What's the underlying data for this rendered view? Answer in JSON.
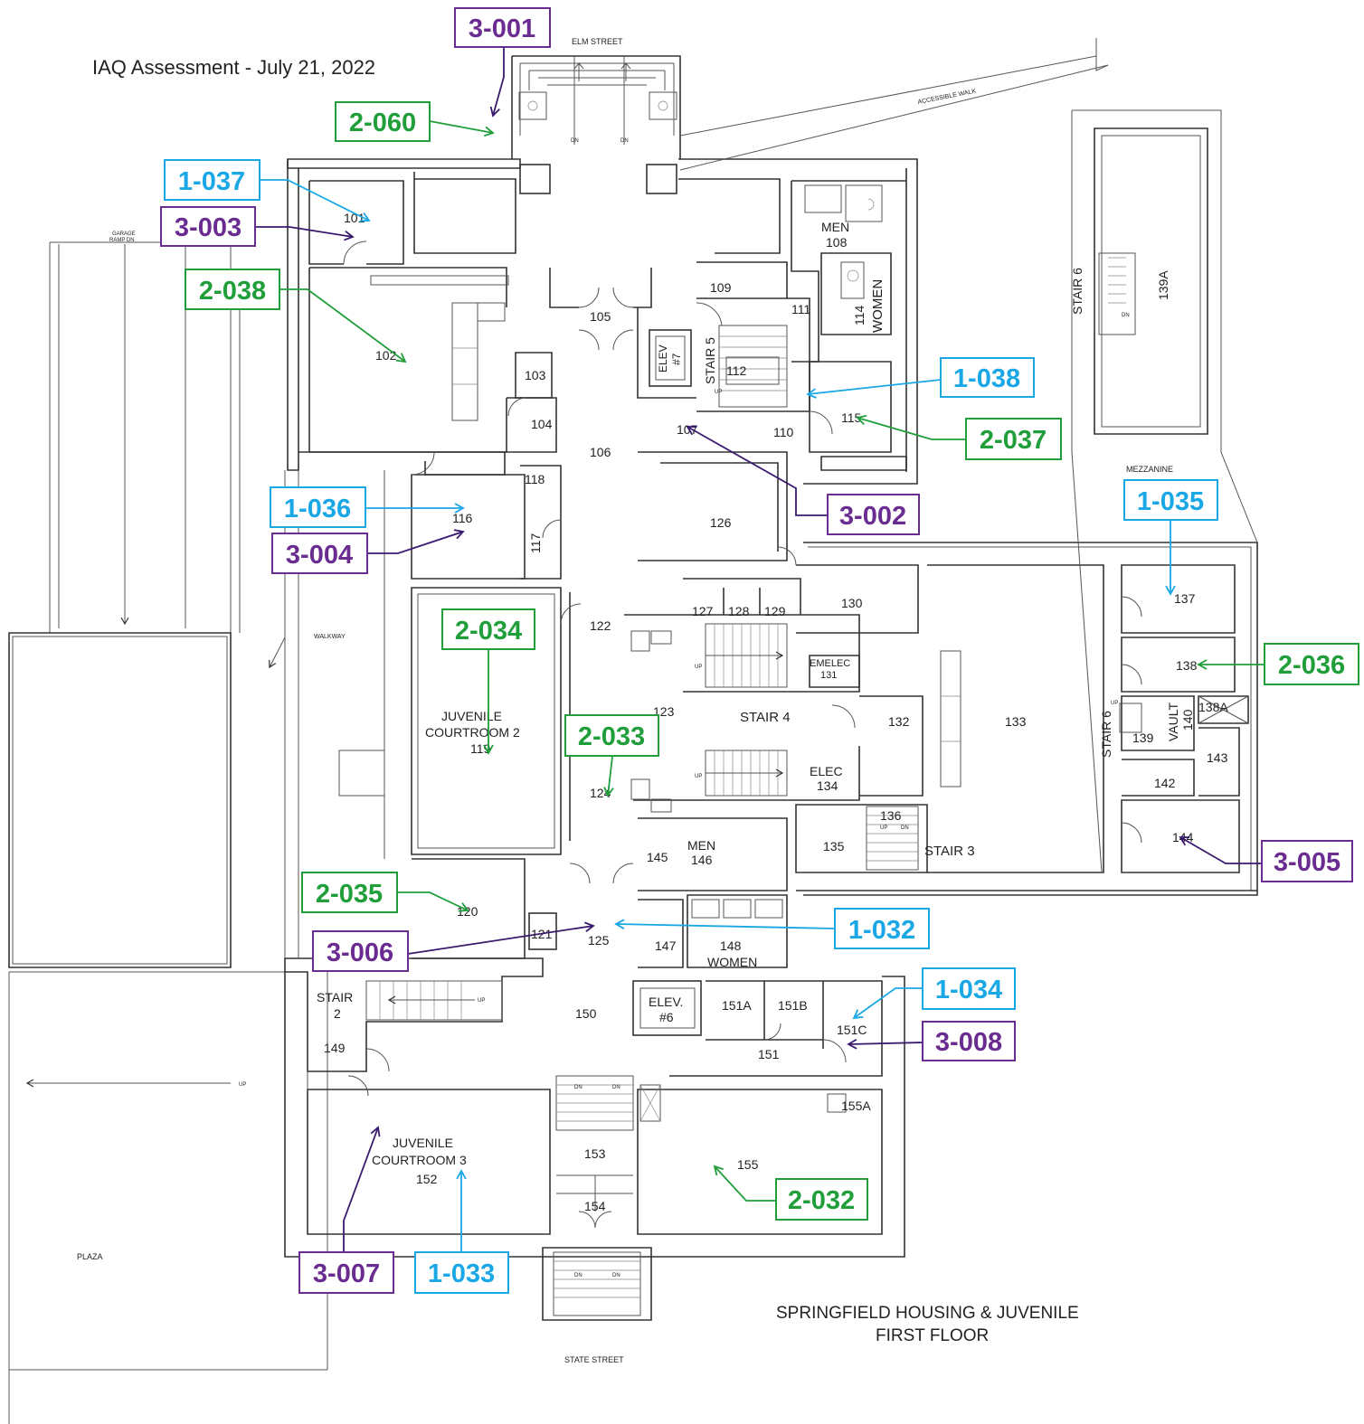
{
  "header": {
    "assessment_title": "IAQ Assessment - July 21, 2022"
  },
  "plan_title": {
    "line1": "SPRINGFIELD HOUSING & JUVENILE",
    "line2": "FIRST FLOOR"
  },
  "streets": {
    "north": "ELM STREET",
    "south": "STATE STREET",
    "accessible_walk": "ACCESSIBLE WALK",
    "walkway": "WALKWAY",
    "plaza": "PLAZA",
    "garage_ramp_1": "GARAGE",
    "garage_ramp_2": "RAMP DN",
    "up": "UP",
    "dn": "DN",
    "mezzanine": "MEZZANINE"
  },
  "colors": {
    "series_1": "#1aa7e6",
    "series_2": "#1f9e3a",
    "series_3": "#6a2c91",
    "arrow_3": "#3a1a6e",
    "wall": "#333333"
  },
  "rooms": [
    {
      "id": "r101",
      "label": "101"
    },
    {
      "id": "r102",
      "label": "102"
    },
    {
      "id": "r103",
      "label": "103"
    },
    {
      "id": "r104",
      "label": "104"
    },
    {
      "id": "r105",
      "label": "105"
    },
    {
      "id": "r106",
      "label": "106"
    },
    {
      "id": "r107",
      "label": "107"
    },
    {
      "id": "r108a",
      "label": "MEN"
    },
    {
      "id": "r108b",
      "label": "108"
    },
    {
      "id": "r109",
      "label": "109"
    },
    {
      "id": "r110",
      "label": "110"
    },
    {
      "id": "r111",
      "label": "111"
    },
    {
      "id": "r112",
      "label": "112"
    },
    {
      "id": "r114",
      "label": "114"
    },
    {
      "id": "r114w",
      "label": "WOMEN"
    },
    {
      "id": "r115",
      "label": "115"
    },
    {
      "id": "r116",
      "label": "116"
    },
    {
      "id": "r117",
      "label": "117"
    },
    {
      "id": "r118",
      "label": "118"
    },
    {
      "id": "r119a",
      "label": "JUVENILE"
    },
    {
      "id": "r119b",
      "label": "COURTROOM 2"
    },
    {
      "id": "r119c",
      "label": "119"
    },
    {
      "id": "r120",
      "label": "120"
    },
    {
      "id": "r121",
      "label": "121"
    },
    {
      "id": "r122",
      "label": "122"
    },
    {
      "id": "r123",
      "label": "123"
    },
    {
      "id": "r124",
      "label": "124"
    },
    {
      "id": "r125",
      "label": "125"
    },
    {
      "id": "r126",
      "label": "126"
    },
    {
      "id": "r127",
      "label": "127"
    },
    {
      "id": "r128",
      "label": "128"
    },
    {
      "id": "r129",
      "label": "129"
    },
    {
      "id": "r130",
      "label": "130"
    },
    {
      "id": "r131a",
      "label": "EMELEC"
    },
    {
      "id": "r131b",
      "label": "131"
    },
    {
      "id": "r132",
      "label": "132"
    },
    {
      "id": "r133",
      "label": "133"
    },
    {
      "id": "r134a",
      "label": "ELEC"
    },
    {
      "id": "r134b",
      "label": "134"
    },
    {
      "id": "r135",
      "label": "135"
    },
    {
      "id": "r136",
      "label": "136"
    },
    {
      "id": "r137",
      "label": "137"
    },
    {
      "id": "r138",
      "label": "138"
    },
    {
      "id": "r138a",
      "label": "138A"
    },
    {
      "id": "r139",
      "label": "139"
    },
    {
      "id": "r140a",
      "label": "VAULT"
    },
    {
      "id": "r140b",
      "label": "140"
    },
    {
      "id": "r142",
      "label": "142"
    },
    {
      "id": "r143",
      "label": "143"
    },
    {
      "id": "r144",
      "label": "144"
    },
    {
      "id": "r145",
      "label": "145"
    },
    {
      "id": "r146a",
      "label": "MEN"
    },
    {
      "id": "r146b",
      "label": "146"
    },
    {
      "id": "r147",
      "label": "147"
    },
    {
      "id": "r148a",
      "label": "148"
    },
    {
      "id": "r148b",
      "label": "WOMEN"
    },
    {
      "id": "r149",
      "label": "149"
    },
    {
      "id": "r150",
      "label": "150"
    },
    {
      "id": "r151",
      "label": "151"
    },
    {
      "id": "r151a",
      "label": "151A"
    },
    {
      "id": "r151b",
      "label": "151B"
    },
    {
      "id": "r151c",
      "label": "151C"
    },
    {
      "id": "r152a",
      "label": "JUVENILE"
    },
    {
      "id": "r152b",
      "label": "COURTROOM 3"
    },
    {
      "id": "r152c",
      "label": "152"
    },
    {
      "id": "r153",
      "label": "153"
    },
    {
      "id": "r154",
      "label": "154"
    },
    {
      "id": "r155",
      "label": "155"
    },
    {
      "id": "r155a",
      "label": "155A"
    },
    {
      "id": "r139a",
      "label": "139A"
    },
    {
      "id": "elev7a",
      "label": "ELEV"
    },
    {
      "id": "elev7b",
      "label": "#7"
    },
    {
      "id": "elev6a",
      "label": "ELEV."
    },
    {
      "id": "elev6b",
      "label": "#6"
    },
    {
      "id": "stair2a",
      "label": "STAIR"
    },
    {
      "id": "stair2b",
      "label": "2"
    },
    {
      "id": "stair3",
      "label": "STAIR 3"
    },
    {
      "id": "stair4",
      "label": "STAIR 4"
    },
    {
      "id": "stair5",
      "label": "STAIR 5"
    },
    {
      "id": "stair6a",
      "label": "STAIR 6"
    },
    {
      "id": "stair6b",
      "label": "STAIR 6"
    }
  ],
  "tags": [
    {
      "id": "t3001",
      "label": "3-001",
      "series": 3
    },
    {
      "id": "t2060",
      "label": "2-060",
      "series": 2
    },
    {
      "id": "t1037",
      "label": "1-037",
      "series": 1
    },
    {
      "id": "t3003",
      "label": "3-003",
      "series": 3
    },
    {
      "id": "t2038",
      "label": "2-038",
      "series": 2
    },
    {
      "id": "t1038",
      "label": "1-038",
      "series": 1
    },
    {
      "id": "t2037",
      "label": "2-037",
      "series": 2
    },
    {
      "id": "t1036",
      "label": "1-036",
      "series": 1
    },
    {
      "id": "t3004",
      "label": "3-004",
      "series": 3
    },
    {
      "id": "t3002",
      "label": "3-002",
      "series": 3
    },
    {
      "id": "t1035",
      "label": "1-035",
      "series": 1
    },
    {
      "id": "t2034",
      "label": "2-034",
      "series": 2
    },
    {
      "id": "t2036",
      "label": "2-036",
      "series": 2
    },
    {
      "id": "t2033",
      "label": "2-033",
      "series": 2
    },
    {
      "id": "t3005",
      "label": "3-005",
      "series": 3
    },
    {
      "id": "t2035",
      "label": "2-035",
      "series": 2
    },
    {
      "id": "t1032",
      "label": "1-032",
      "series": 1
    },
    {
      "id": "t3006",
      "label": "3-006",
      "series": 3
    },
    {
      "id": "t1034",
      "label": "1-034",
      "series": 1
    },
    {
      "id": "t3008",
      "label": "3-008",
      "series": 3
    },
    {
      "id": "t2032",
      "label": "2-032",
      "series": 2
    },
    {
      "id": "t3007",
      "label": "3-007",
      "series": 3
    },
    {
      "id": "t1033",
      "label": "1-033",
      "series": 1
    }
  ]
}
